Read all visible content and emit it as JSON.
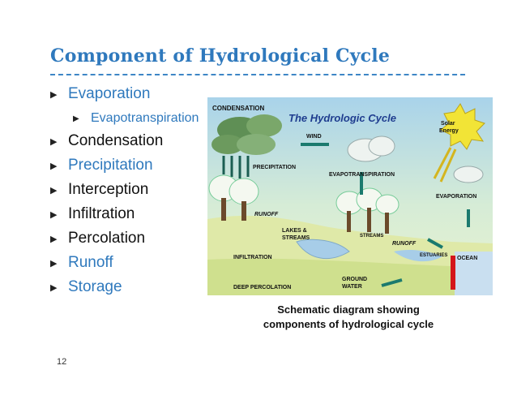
{
  "slide": {
    "title": "Component of Hydrological Cycle",
    "page_number": "12",
    "caption_line1": "Schematic diagram showing",
    "caption_line2": "components of hydrological cycle"
  },
  "bullets": [
    {
      "text": "Evaporation",
      "level": 1,
      "color": "#2f79bd"
    },
    {
      "text": "Evapotranspiration",
      "level": 2,
      "color": "#2f79bd"
    },
    {
      "text": "Condensation",
      "level": 1,
      "color": "#111111"
    },
    {
      "text": "Precipitation",
      "level": 1,
      "color": "#2f79bd"
    },
    {
      "text": "Interception",
      "level": 1,
      "color": "#111111"
    },
    {
      "text": "Infiltration",
      "level": 1,
      "color": "#111111"
    },
    {
      "text": "Percolation",
      "level": 1,
      "color": "#111111"
    },
    {
      "text": "Runoff",
      "level": 1,
      "color": "#2f79bd"
    },
    {
      "text": "Storage",
      "level": 1,
      "color": "#2f79bd"
    }
  ],
  "diagram": {
    "title": "The Hydrologic Cycle",
    "labels": {
      "condensation": "CONDENSATION",
      "wind": "WIND",
      "solar": "Solar",
      "energy": "Energy",
      "precipitation": "PRECIPITATION",
      "evapotranspiration": "EVAPOTRANSPIRATION",
      "evaporation": "EVAPORATION",
      "runoff1": "RUNOFF",
      "lakes": "LAKES &",
      "streams1": "STREAMS",
      "streams2": "STREAMS",
      "runoff2": "RUNOFF",
      "estuaries": "ESTUARIES",
      "ocean": "OCEAN",
      "infiltration": "INFILTRATION",
      "deep_percolation": "DEEP PERCOLATION",
      "ground": "GROUND",
      "water": "WATER"
    }
  },
  "colors": {
    "title": "#2f79bd",
    "accent": "#2f79bd",
    "arrow": "#1b7a6e",
    "sun": "#f2e436"
  }
}
